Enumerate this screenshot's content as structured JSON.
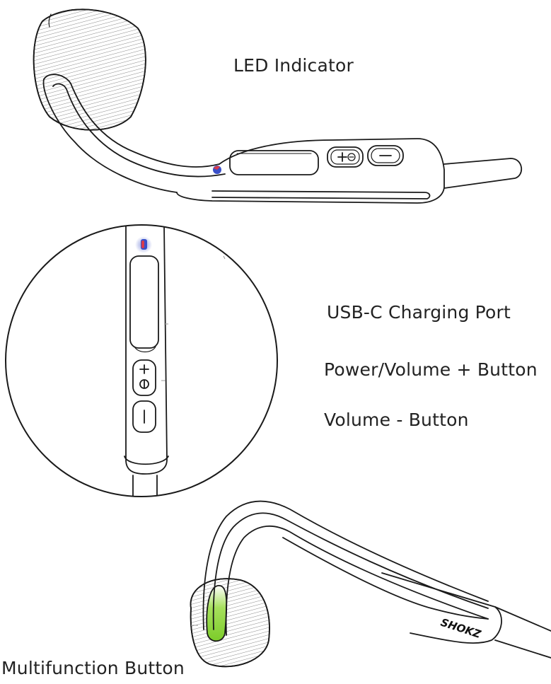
{
  "labels": {
    "led_indicator": "LED Indicator",
    "usb_c_port": "USB-C Charging Port",
    "power_volume_up": "Power/Volume + Button",
    "volume_down": "Volume - Button",
    "multifunction": "Multifunction Button"
  },
  "brand": "SHOKZ",
  "colors": {
    "line": "#1a1a1a",
    "led_red": "#d83a4a",
    "led_blue": "#3a4fc8",
    "multifunction_green": "#7ccc2a"
  },
  "icons": {
    "plus": "plus-icon",
    "power": "power-icon",
    "minus": "minus-icon"
  }
}
